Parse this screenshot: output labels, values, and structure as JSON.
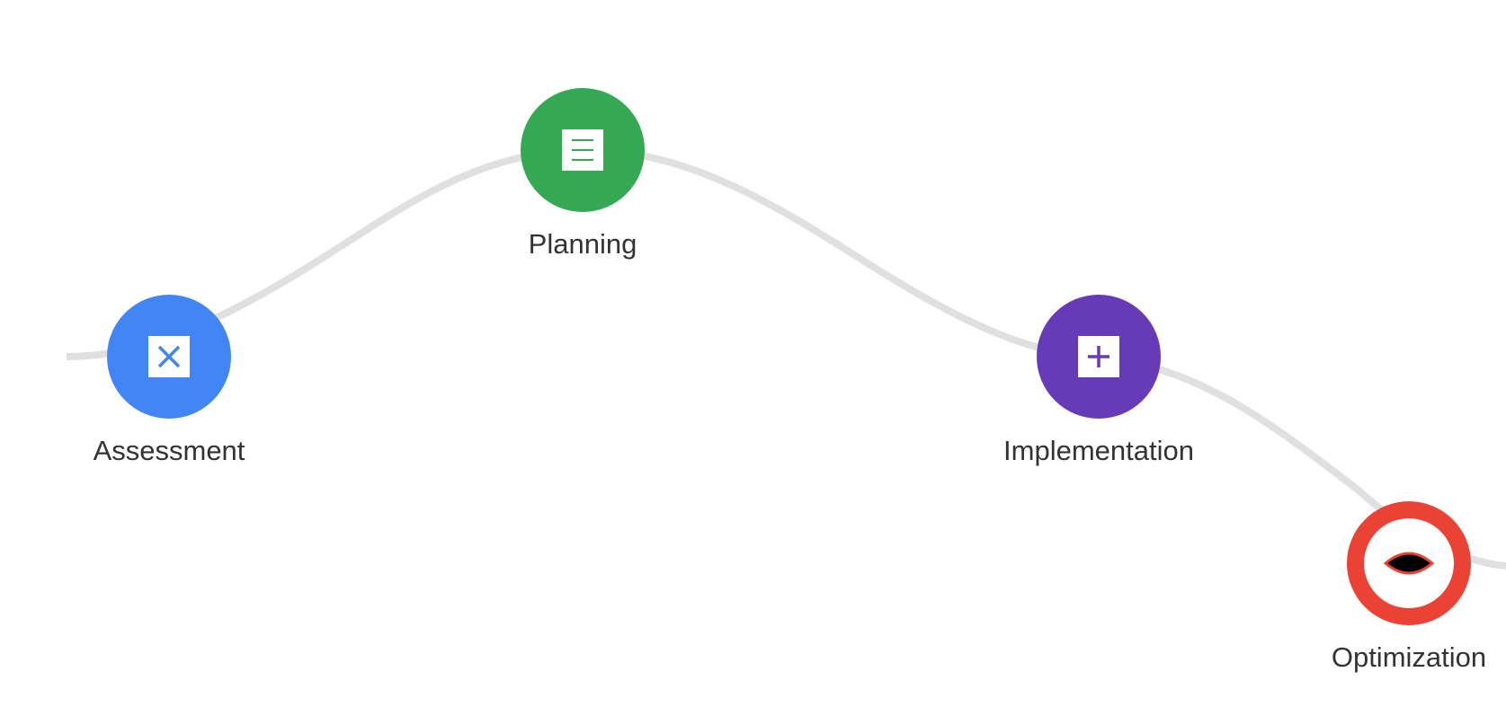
{
  "path": {
    "color": "#e0e0e0"
  },
  "stages": [
    {
      "id": "assessment",
      "label": "Assessment",
      "color": "#4285f4",
      "icon": "close-icon",
      "style": "filled"
    },
    {
      "id": "planning",
      "label": "Planning",
      "color": "#34a853",
      "icon": "list-icon",
      "style": "filled"
    },
    {
      "id": "implementation",
      "label": "Implementation",
      "color": "#673ab7",
      "icon": "plus-icon",
      "style": "filled"
    },
    {
      "id": "optimization",
      "label": "Optimization",
      "color": "#ea4335",
      "icon": "eye-icon",
      "style": "ring"
    }
  ]
}
